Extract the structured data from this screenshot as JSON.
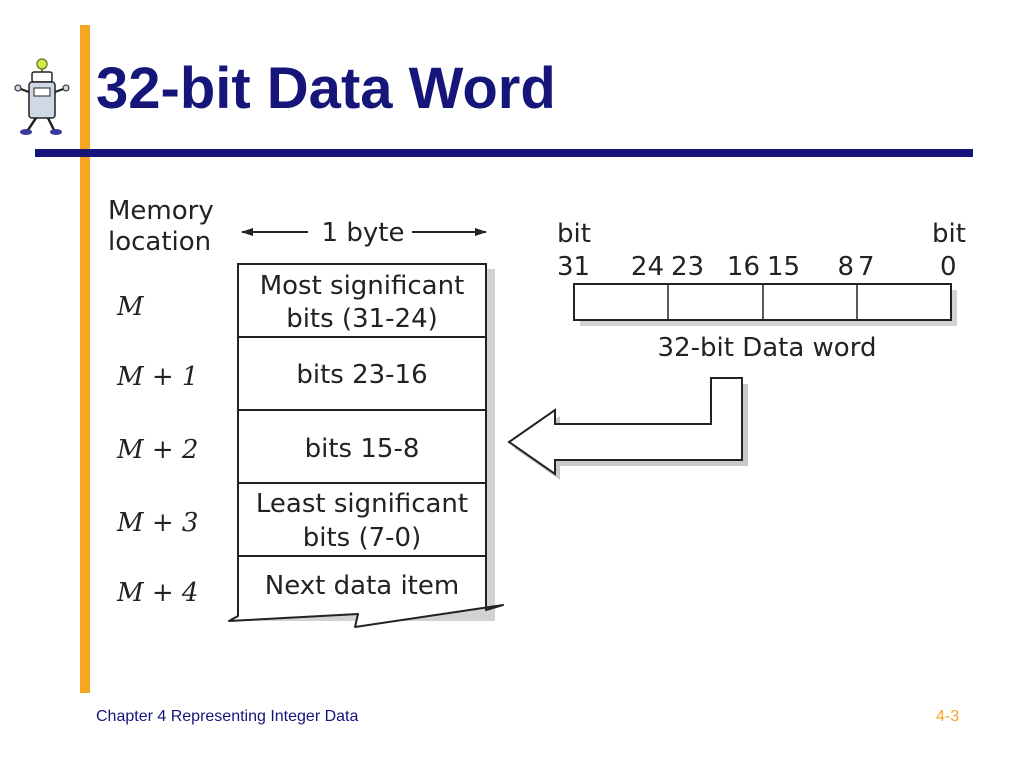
{
  "slide": {
    "title": "32-bit Data Word",
    "footer_left": "Chapter 4 Representing Integer Data",
    "footer_right": "4-3",
    "mascot_icon": "robot-mascot-icon",
    "accent_color": "#f5a623",
    "title_color": "#15157a"
  },
  "memory": {
    "header_line1": "Memory",
    "header_line2": "location",
    "byte_label": "1 byte",
    "rows": [
      {
        "loc": "M",
        "line1": "Most significant",
        "line2": "bits (31-24)"
      },
      {
        "loc": "M + 1",
        "line1": "bits 23-16",
        "line2": ""
      },
      {
        "loc": "M + 2",
        "line1": "bits 15-8",
        "line2": ""
      },
      {
        "loc": "M + 3",
        "line1": "Least significant",
        "line2": "bits (7-0)"
      },
      {
        "loc": "M + 4",
        "line1": "Next data item",
        "line2": ""
      }
    ]
  },
  "word": {
    "bit_left_label": "bit",
    "bit_right_label": "bit",
    "bit_numbers": [
      "31",
      "24",
      "23",
      "16",
      "15",
      "8",
      "7",
      "0"
    ],
    "caption": "32-bit Data word"
  }
}
